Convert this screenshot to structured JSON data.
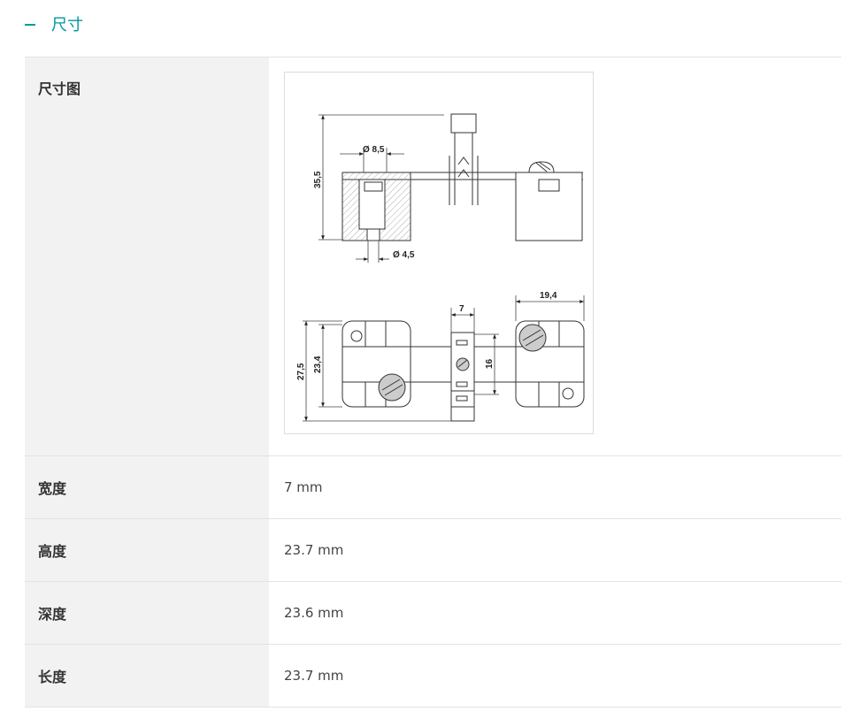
{
  "section": {
    "title": "尺寸"
  },
  "drawing": {
    "label": "尺寸图",
    "dims": {
      "d1": "Ø 8,5",
      "d2": "Ø 4,5",
      "h1": "35,5",
      "w7": "7",
      "w194": "19,4",
      "h275": "27,5",
      "h234": "23,4",
      "h16": "16"
    }
  },
  "specs": [
    {
      "label": "宽度",
      "value": "7 mm"
    },
    {
      "label": "高度",
      "value": "23.7 mm"
    },
    {
      "label": "深度",
      "value": "23.6 mm"
    },
    {
      "label": "长度",
      "value": "23.7 mm"
    }
  ]
}
